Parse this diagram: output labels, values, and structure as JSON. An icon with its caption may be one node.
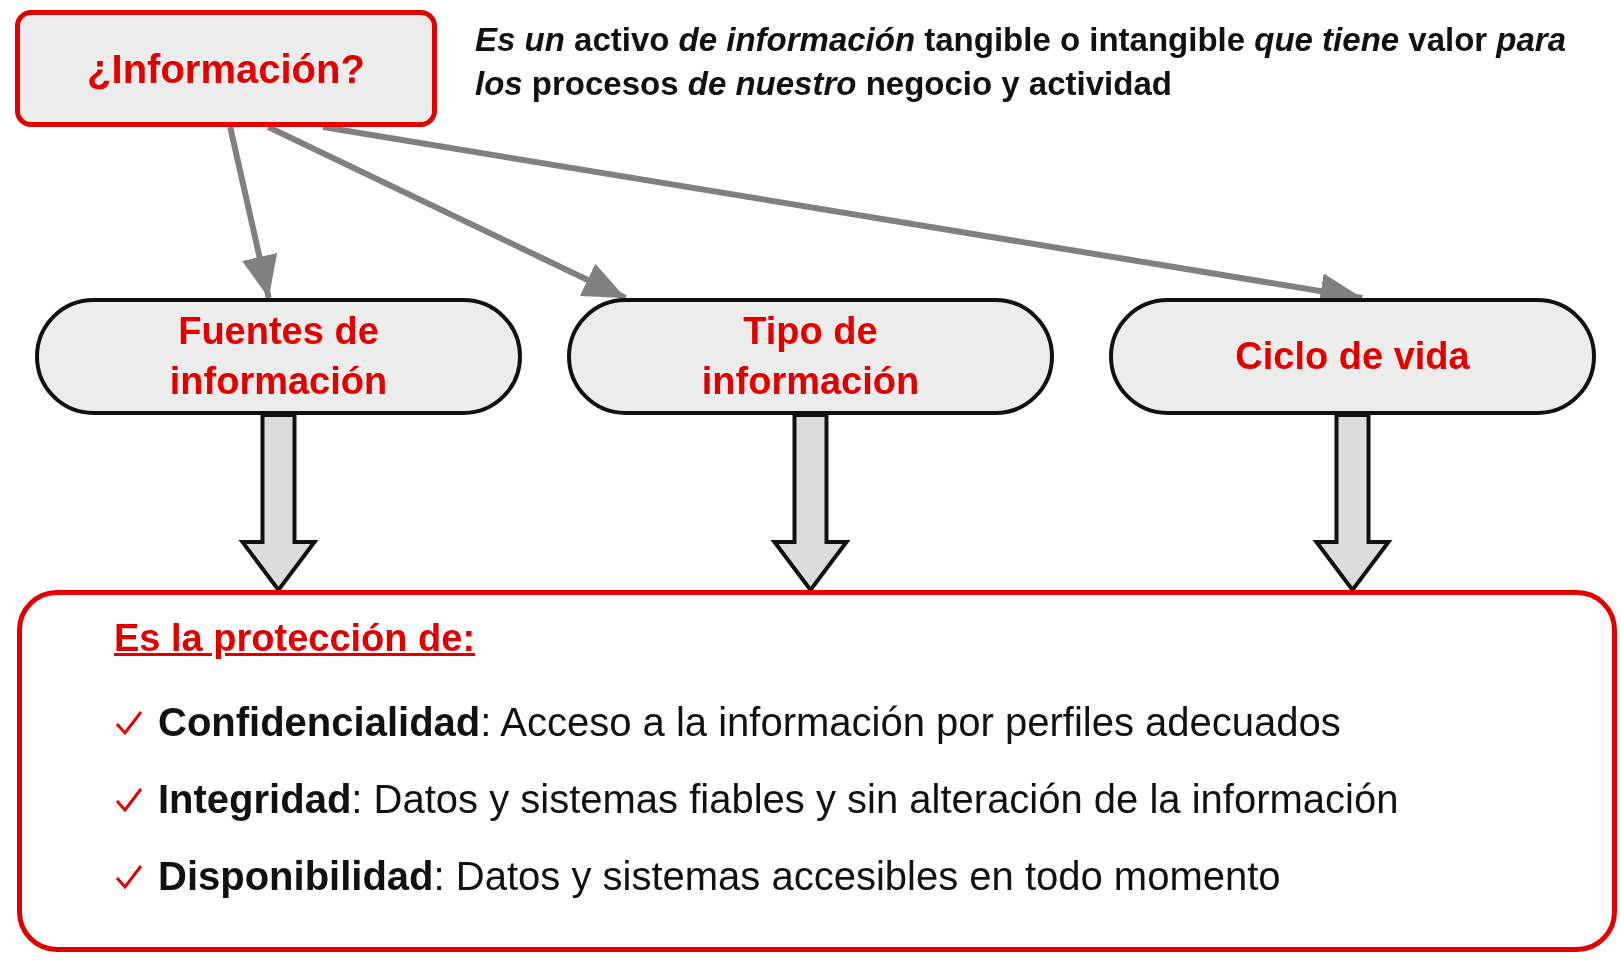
{
  "diagram": {
    "nodes": [
      {
        "text": [
          "¿Información?"
        ],
        "beside": [
          "*Es un* **activo** *de información* tangible o intangible *que tiene* valor *para los* procesos *de nuestro* negocio y actividad"
        ]
      },
      {
        "text": [
          "Fuentes de información"
        ]
      },
      {
        "text": [
          "Tipo de información"
        ]
      },
      {
        "text": [
          "Ciclo de vida"
        ]
      },
      {
        "text": [
          "Es la protección de:",
          "**Confidencialidad**: Acceso a la información por perfiles adecuados",
          "**Integridad**: Datos y sistemas fiables y sin alteración de la información",
          "**Disponibilidad**: Datos y sistemas accesibles en todo momento"
        ]
      }
    ],
    "edges": [
      {
        "from": 0,
        "to": 1,
        "arrow": "to"
      },
      {
        "from": 0,
        "to": 2,
        "arrow": "to"
      },
      {
        "from": 0,
        "to": 3,
        "arrow": "to"
      },
      {
        "from": 1,
        "to": 4,
        "arrow": "to",
        "style": "thick"
      },
      {
        "from": 2,
        "to": 4,
        "arrow": "to",
        "style": "thick"
      },
      {
        "from": 3,
        "to": 4,
        "arrow": "to",
        "style": "thick"
      }
    ]
  }
}
